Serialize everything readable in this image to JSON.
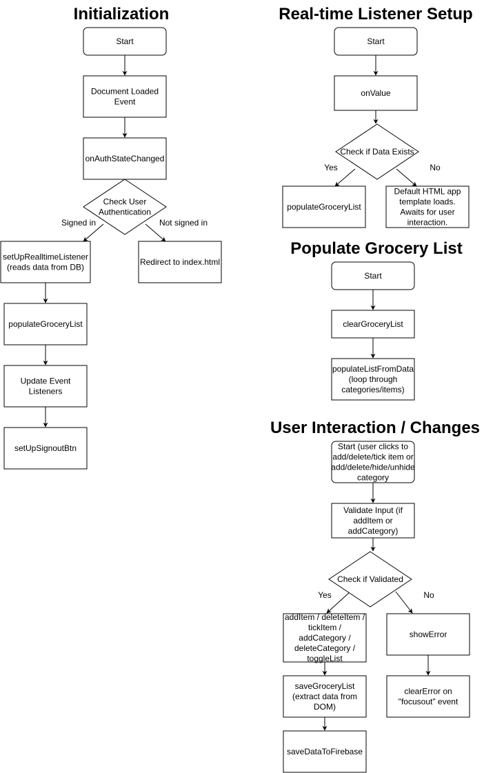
{
  "sections": {
    "initialization": "Initialization",
    "realtime": "Real-time Listener Setup",
    "populate": "Populate Grocery List",
    "interaction": "User Interaction / Changes"
  },
  "nodes": {
    "init_start": [
      "Start"
    ],
    "init_doc_loaded": [
      "Document Loaded",
      "Event"
    ],
    "init_on_auth": [
      "onAuthStateChanged"
    ],
    "init_check_auth": [
      "Check User",
      "Authentication"
    ],
    "init_setup_listener": [
      "setUpRealltimeListener",
      "(reads data from DB)"
    ],
    "init_redirect": [
      "Redirect to index.html"
    ],
    "init_populate": [
      "populateGroceryList"
    ],
    "init_update_listeners": [
      "Update Event",
      "Listeners"
    ],
    "init_signout": [
      "setUpSignoutBtn"
    ],
    "rt_start": [
      "Start"
    ],
    "rt_onvalue": [
      "onValue"
    ],
    "rt_check_data": [
      "Check if Data Exists"
    ],
    "rt_populate": [
      "populateGroceryList"
    ],
    "rt_default": [
      "Default HTML app",
      "template loads.",
      "Awaits for user",
      "interaction."
    ],
    "pop_start": [
      "Start"
    ],
    "pop_clear": [
      "clearGroceryList"
    ],
    "pop_from_data": [
      "populateListFromData",
      "(loop through",
      "categories/items)"
    ],
    "ui_start": [
      "Start (user clicks to",
      "add/delete/tick item or",
      "add/delete/hide/unhide",
      "category"
    ],
    "ui_validate": [
      "Validate Input (if",
      "addItem or",
      "addCategory)"
    ],
    "ui_check_valid": [
      "Check if Validated"
    ],
    "ui_actions": [
      "addItem / deleteItem /",
      "tickItem /",
      "addCategory /",
      "deleteCategory /",
      "toggleList"
    ],
    "ui_show_error": [
      "showError"
    ],
    "ui_save_list": [
      "saveGroceryList",
      "(extract data from",
      "DOM)"
    ],
    "ui_clear_error": [
      "clearError on",
      "\"focusout\" event"
    ],
    "ui_save_firebase": [
      "saveDataToFirebase"
    ]
  },
  "edge_labels": {
    "signed_in": "Signed in",
    "not_signed_in": "Not signed in",
    "rt_yes": "Yes",
    "rt_no": "No",
    "ui_yes": "Yes",
    "ui_no": "No"
  }
}
